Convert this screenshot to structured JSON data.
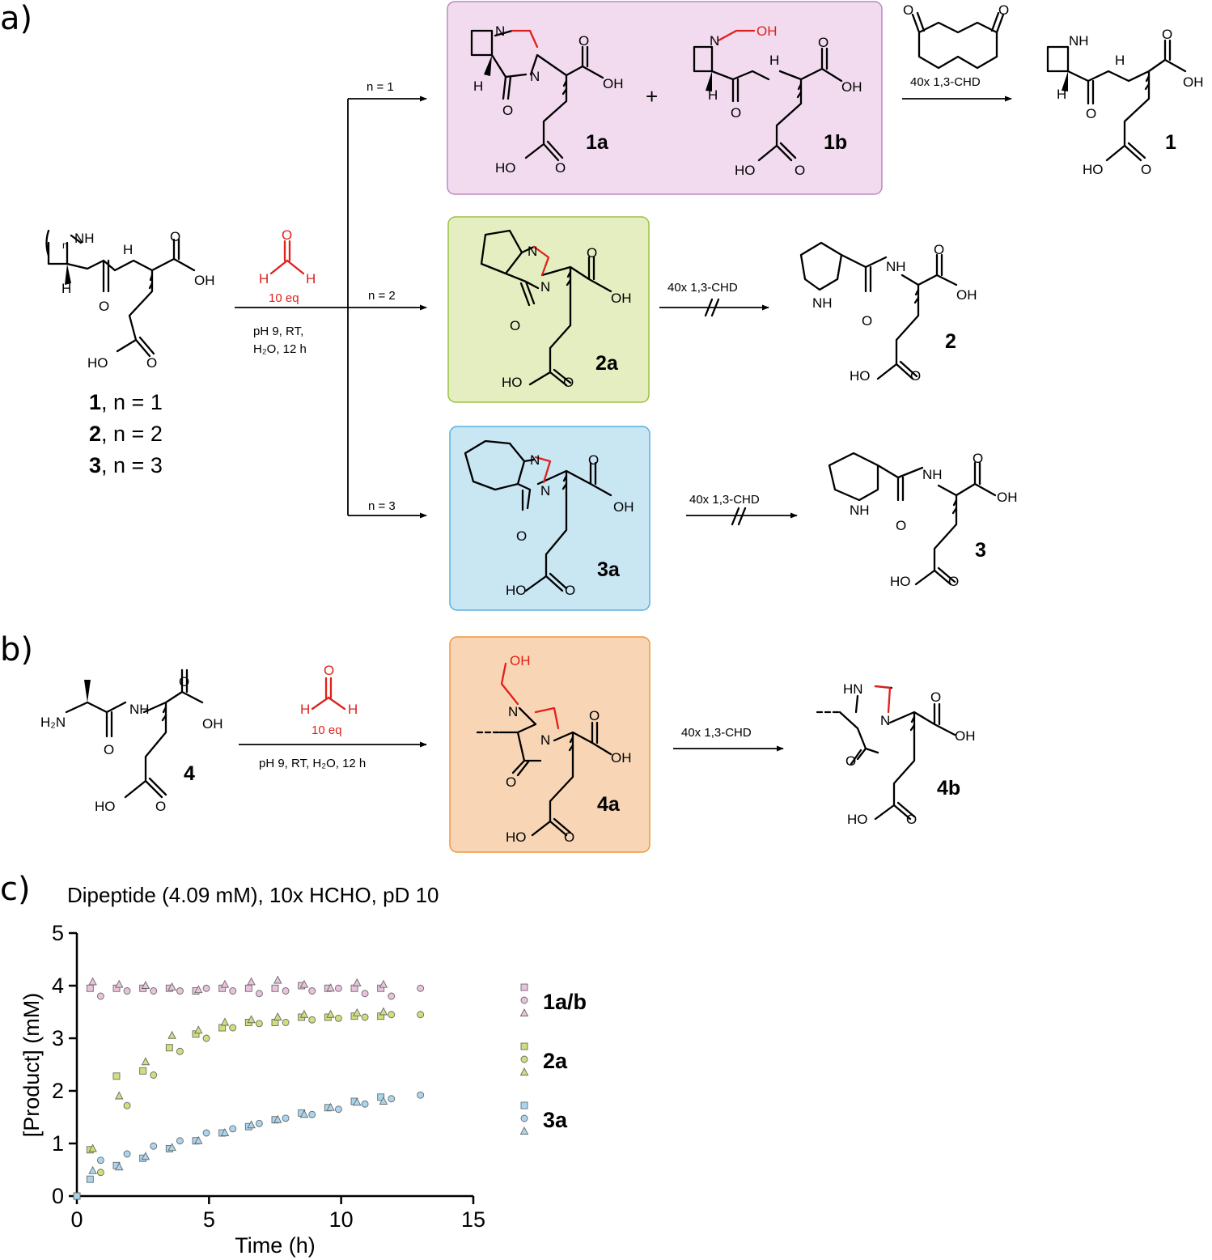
{
  "panel_a": {
    "label": "a)",
    "start_numbers": [
      "1",
      "2",
      "3"
    ],
    "start_lines": [
      ", n = 1",
      ", n = 2",
      ", n = 3"
    ],
    "ring_index": "n",
    "reagent_top": "10 eq",
    "reagent_bottom_1": "pH 9, RT,",
    "reagent_bottom_2": "H₂O, 12 h",
    "branch_labels": [
      "n = 1",
      "n = 2",
      "n = 3"
    ],
    "plus": "+",
    "step_labels": [
      "40x 1,3-CHD",
      "40x 1,3-CHD",
      "40x 1,3-CHD"
    ],
    "compounds": {
      "c1a": "1a",
      "c1b": "1b",
      "c1": "1",
      "c2a": "2a",
      "c2": "2",
      "c3a": "3a",
      "c3": "3"
    }
  },
  "panel_b": {
    "label": "b)",
    "start": "4",
    "reagent_top": "10 eq",
    "reagent_bottom": "pH 9, RT, H₂O, 12 h",
    "step_label": "40x 1,3-CHD",
    "compounds": {
      "c4a": "4a",
      "c4b": "4b"
    }
  },
  "atoms": {
    "NH": "NH",
    "N": "N",
    "H": "H",
    "O": "O",
    "OH": "OH",
    "HO": "HO",
    "HN": "HN",
    "H2N": "H₂N",
    "formaldehyde_H": "H"
  },
  "colors": {
    "box_1ab": "#f2dbef",
    "box_1ab_border": "#b98ac4",
    "box_2a": "#e4eec0",
    "box_2a_border": "#9ec043",
    "box_3a": "#c9e6f3",
    "box_3a_border": "#5aaede",
    "box_4a": "#f8d6b5",
    "box_4a_border": "#f0953c",
    "red": "#e0201b",
    "series_1ab": "#e9c3dc",
    "series_2a": "#cfe07a",
    "series_3a": "#a9d6ee"
  },
  "chart_data": {
    "panel_label": "c)",
    "type": "scatter",
    "title": "Dipeptide (4.09 mM), 10x HCHO, pD 10",
    "xlabel": "Time (h)",
    "ylabel": "[Product] (mM)",
    "xlim": [
      0,
      15
    ],
    "ylim": [
      0,
      5
    ],
    "xticks": [
      0,
      5,
      10,
      15
    ],
    "yticks": [
      0,
      1,
      2,
      3,
      4,
      5
    ],
    "grid": false,
    "legend_position": "right",
    "legend_groups": [
      {
        "label": "1a/b",
        "color": "#e9c3dc"
      },
      {
        "label": "2a",
        "color": "#cfe07a"
      },
      {
        "label": "3a",
        "color": "#a9d6ee"
      }
    ],
    "series": [
      {
        "group": "1a/b",
        "marker": "square",
        "color": "#e9c3dc",
        "x": [
          0.5,
          1.5,
          2.5,
          3.5,
          4.5,
          5.5,
          6.5,
          7.5,
          8.5,
          9.5,
          10.5,
          11.5
        ],
        "y": [
          3.95,
          3.95,
          3.95,
          3.95,
          3.9,
          3.95,
          3.95,
          3.95,
          4.0,
          3.95,
          3.95,
          3.95
        ]
      },
      {
        "group": "1a/b",
        "marker": "circle",
        "color": "#e9c3dc",
        "x": [
          0.9,
          1.9,
          2.9,
          3.9,
          4.9,
          5.9,
          6.9,
          7.9,
          8.9,
          9.9,
          10.9,
          11.9,
          13.0
        ],
        "y": [
          3.8,
          3.9,
          3.9,
          3.9,
          3.95,
          3.9,
          3.85,
          3.9,
          3.9,
          3.95,
          3.85,
          3.8,
          3.95
        ]
      },
      {
        "group": "1a/b",
        "marker": "triangle",
        "color": "#e9c3dc",
        "x": [
          0.6,
          1.6,
          2.6,
          3.6,
          4.6,
          5.6,
          6.6,
          7.6,
          8.6,
          9.6,
          10.6,
          11.6
        ],
        "y": [
          4.07,
          4.02,
          4.0,
          3.97,
          3.92,
          4.02,
          4.07,
          4.1,
          4.02,
          3.95,
          4.05,
          4.02
        ]
      },
      {
        "group": "2a",
        "marker": "square",
        "color": "#cfe07a",
        "x": [
          0,
          0.5,
          1.5,
          2.5,
          3.5,
          4.5,
          5.5,
          6.5,
          7.5,
          8.5,
          9.5,
          10.5,
          11.5
        ],
        "y": [
          0,
          0.88,
          2.28,
          2.38,
          2.82,
          3.08,
          3.2,
          3.3,
          3.3,
          3.4,
          3.4,
          3.42,
          3.42
        ]
      },
      {
        "group": "2a",
        "marker": "circle",
        "color": "#cfe07a",
        "x": [
          0.9,
          1.9,
          2.9,
          3.9,
          4.9,
          5.9,
          6.9,
          7.9,
          8.9,
          9.9,
          10.9,
          11.9,
          13.0
        ],
        "y": [
          0.45,
          1.72,
          2.3,
          2.75,
          3.0,
          3.2,
          3.28,
          3.3,
          3.35,
          3.38,
          3.4,
          3.45,
          3.45
        ]
      },
      {
        "group": "2a",
        "marker": "triangle",
        "color": "#cfe07a",
        "x": [
          0.6,
          1.6,
          2.6,
          3.6,
          4.6,
          5.6,
          6.6,
          7.6,
          8.6,
          9.6,
          10.6,
          11.6
        ],
        "y": [
          0.9,
          1.9,
          2.55,
          3.05,
          3.15,
          3.3,
          3.35,
          3.4,
          3.45,
          3.45,
          3.48,
          3.5
        ]
      },
      {
        "group": "3a",
        "marker": "square",
        "color": "#a9d6ee",
        "x": [
          0,
          0.5,
          1.5,
          2.5,
          3.5,
          4.5,
          5.5,
          6.5,
          7.5,
          8.5,
          9.5,
          10.5,
          11.5
        ],
        "y": [
          0,
          0.32,
          0.58,
          0.72,
          0.9,
          1.05,
          1.2,
          1.32,
          1.45,
          1.58,
          1.68,
          1.8,
          1.88
        ]
      },
      {
        "group": "3a",
        "marker": "circle",
        "color": "#a9d6ee",
        "x": [
          0.9,
          1.9,
          2.9,
          3.9,
          4.9,
          5.9,
          6.9,
          7.9,
          8.9,
          9.9,
          10.9,
          11.9,
          13.0
        ],
        "y": [
          0.68,
          0.8,
          0.95,
          1.05,
          1.2,
          1.28,
          1.38,
          1.48,
          1.55,
          1.65,
          1.75,
          1.85,
          1.92
        ]
      },
      {
        "group": "3a",
        "marker": "triangle",
        "color": "#a9d6ee",
        "x": [
          0.6,
          1.6,
          2.6,
          3.6,
          4.6,
          5.6,
          6.6,
          7.6,
          8.6,
          9.6,
          10.6,
          11.6
        ],
        "y": [
          0.48,
          0.55,
          0.75,
          0.92,
          1.05,
          1.2,
          1.35,
          1.45,
          1.55,
          1.68,
          1.78,
          1.8
        ]
      }
    ]
  }
}
